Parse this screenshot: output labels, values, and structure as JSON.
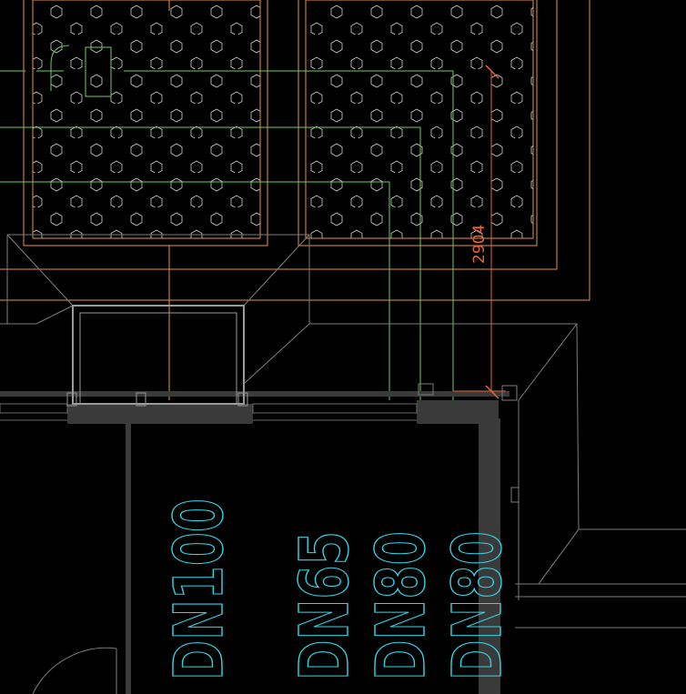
{
  "drawing": {
    "dimension_label": "2904",
    "pipe_labels": [
      "DN100",
      "DN65",
      "DN80",
      "DN80"
    ]
  },
  "colors": {
    "background": "#000000",
    "orange": "#e8963a",
    "green": "#6ccf5a",
    "white": "#d8d8d8",
    "gray": "#7d7d7d",
    "wall_fill": "#3a3a3a",
    "cyan": "#2fd6e8",
    "dim_red": "#e8643a"
  }
}
